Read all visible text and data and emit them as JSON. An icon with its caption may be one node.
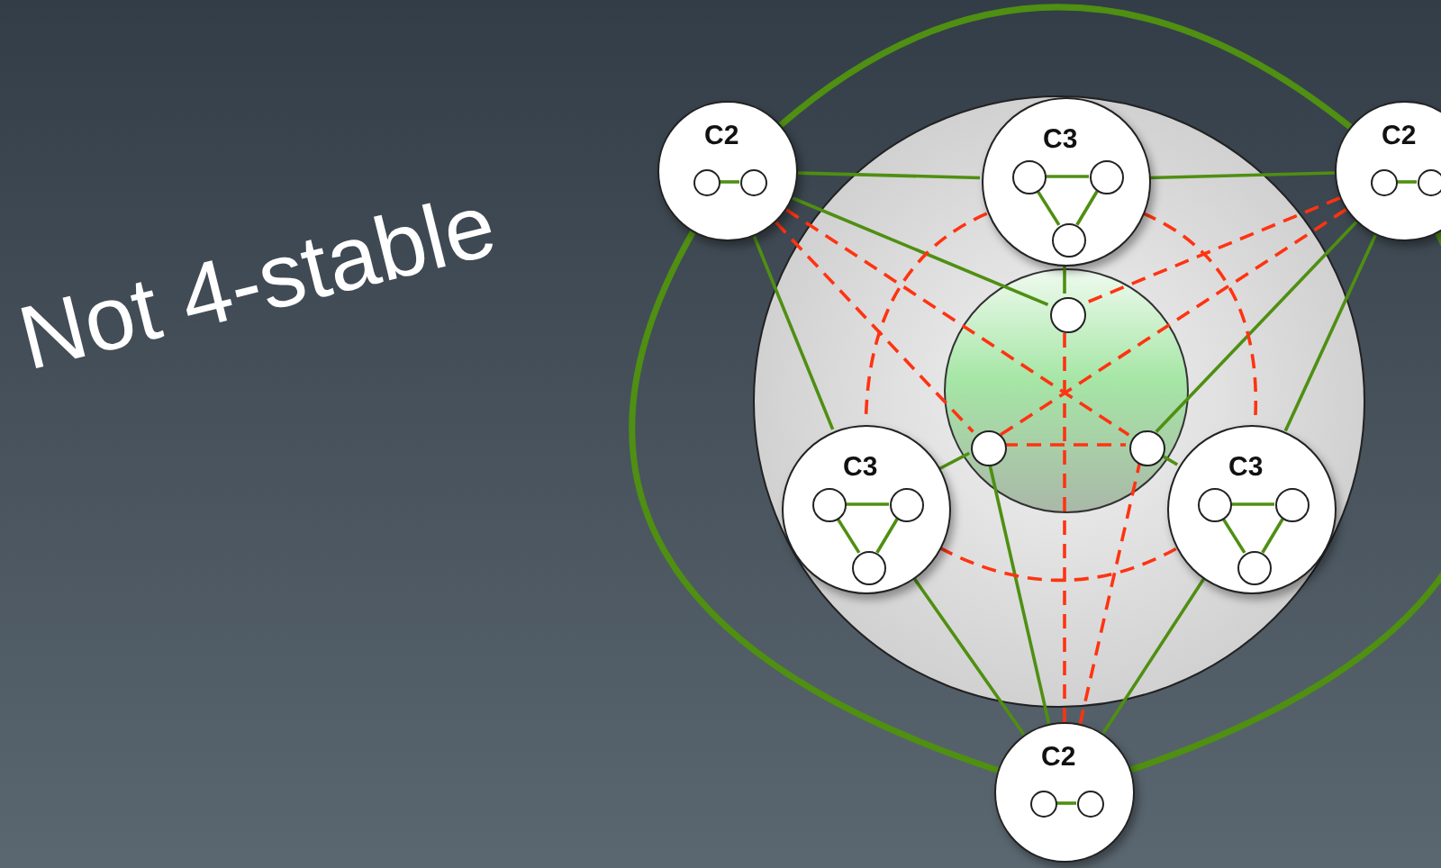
{
  "diagram": {
    "title": "Not 4-stable",
    "nodes": [
      {
        "text": [],
        "shape": "circle"
      },
      {
        "text": [
          "C2"
        ]
      },
      {
        "text": [],
        "shape": "circle",
        "in": 1
      },
      {
        "text": [],
        "shape": "circle",
        "in": 1
      },
      {
        "text": [
          "C3"
        ],
        "in": 0
      },
      {
        "text": [],
        "shape": "circle",
        "in": 4
      },
      {
        "text": [],
        "shape": "circle",
        "in": 4
      },
      {
        "text": [],
        "shape": "circle",
        "in": 4
      },
      {
        "text": [
          "C2"
        ]
      },
      {
        "text": [],
        "shape": "circle",
        "in": 8
      },
      {
        "text": [],
        "shape": "circle",
        "in": 8
      },
      {
        "text": [],
        "shape": "circle",
        "in": 0
      },
      {
        "text": [],
        "shape": "circle",
        "in": 11
      },
      {
        "text": [],
        "shape": "circle",
        "in": 11
      },
      {
        "text": [],
        "shape": "circle",
        "in": 11
      },
      {
        "text": [
          "C3"
        ],
        "in": 0
      },
      {
        "text": [],
        "shape": "circle",
        "in": 15
      },
      {
        "text": [],
        "shape": "circle",
        "in": 15
      },
      {
        "text": [],
        "shape": "circle",
        "in": 15
      },
      {
        "text": [
          "C3"
        ],
        "in": 0
      },
      {
        "text": [],
        "shape": "circle",
        "in": 19
      },
      {
        "text": [],
        "shape": "circle",
        "in": 19
      },
      {
        "text": [],
        "shape": "circle",
        "in": 19
      },
      {
        "text": [
          "C2"
        ]
      },
      {
        "text": [],
        "shape": "circle",
        "in": 23
      },
      {
        "text": [],
        "shape": "circle",
        "in": 23
      }
    ],
    "edges": [
      {
        "from": 2,
        "to": 3,
        "arrow": "none"
      },
      {
        "from": 5,
        "to": 6,
        "arrow": "none"
      },
      {
        "from": 5,
        "to": 7,
        "arrow": "none"
      },
      {
        "from": 6,
        "to": 7,
        "arrow": "none"
      },
      {
        "from": 9,
        "to": 10,
        "arrow": "none"
      },
      {
        "from": 16,
        "to": 17,
        "arrow": "none"
      },
      {
        "from": 16,
        "to": 18,
        "arrow": "none"
      },
      {
        "from": 17,
        "to": 18,
        "arrow": "none"
      },
      {
        "from": 20,
        "to": 21,
        "arrow": "none"
      },
      {
        "from": 20,
        "to": 22,
        "arrow": "none"
      },
      {
        "from": 21,
        "to": 22,
        "arrow": "none"
      },
      {
        "from": 24,
        "to": 25,
        "arrow": "none"
      },
      {
        "from": 1,
        "to": 8,
        "arrow": "none",
        "style": "thick"
      },
      {
        "from": 1,
        "to": 23,
        "arrow": "none",
        "style": "thick"
      },
      {
        "from": 8,
        "to": 23,
        "arrow": "none",
        "style": "thick"
      },
      {
        "from": 1,
        "to": 4,
        "arrow": "none"
      },
      {
        "from": 4,
        "to": 8,
        "arrow": "none"
      },
      {
        "from": 1,
        "to": 12,
        "arrow": "none"
      },
      {
        "from": 4,
        "to": 12,
        "arrow": "none"
      },
      {
        "from": 1,
        "to": 15,
        "arrow": "none"
      },
      {
        "from": 15,
        "to": 13,
        "arrow": "none"
      },
      {
        "from": 15,
        "to": 23,
        "arrow": "none"
      },
      {
        "from": 13,
        "to": 23,
        "arrow": "none"
      },
      {
        "from": 8,
        "to": 14,
        "arrow": "none"
      },
      {
        "from": 8,
        "to": 19,
        "arrow": "none"
      },
      {
        "from": 19,
        "to": 14,
        "arrow": "none"
      },
      {
        "from": 19,
        "to": 23,
        "arrow": "none"
      },
      {
        "from": 4,
        "to": 15,
        "arrow": "none",
        "style": "dashed",
        "color": "#ff3311"
      },
      {
        "from": 4,
        "to": 19,
        "arrow": "none",
        "style": "dashed",
        "color": "#ff3311"
      },
      {
        "from": 15,
        "to": 19,
        "arrow": "none",
        "style": "dashed",
        "color": "#ff3311"
      },
      {
        "from": 1,
        "to": 13,
        "arrow": "none",
        "style": "dashed",
        "color": "#ff3311"
      },
      {
        "from": 1,
        "to": 14,
        "arrow": "none",
        "style": "dashed",
        "color": "#ff3311"
      },
      {
        "from": 8,
        "to": 12,
        "arrow": "none",
        "style": "dashed",
        "color": "#ff3311"
      },
      {
        "from": 8,
        "to": 13,
        "arrow": "none",
        "style": "dashed",
        "color": "#ff3311"
      },
      {
        "from": 23,
        "to": 12,
        "arrow": "none",
        "style": "dashed",
        "color": "#ff3311"
      },
      {
        "from": 23,
        "to": 14,
        "arrow": "none",
        "style": "dashed",
        "color": "#ff3311"
      },
      {
        "from": 13,
        "to": 14,
        "arrow": "none",
        "style": "dashed",
        "color": "#ff3311"
      }
    ]
  }
}
